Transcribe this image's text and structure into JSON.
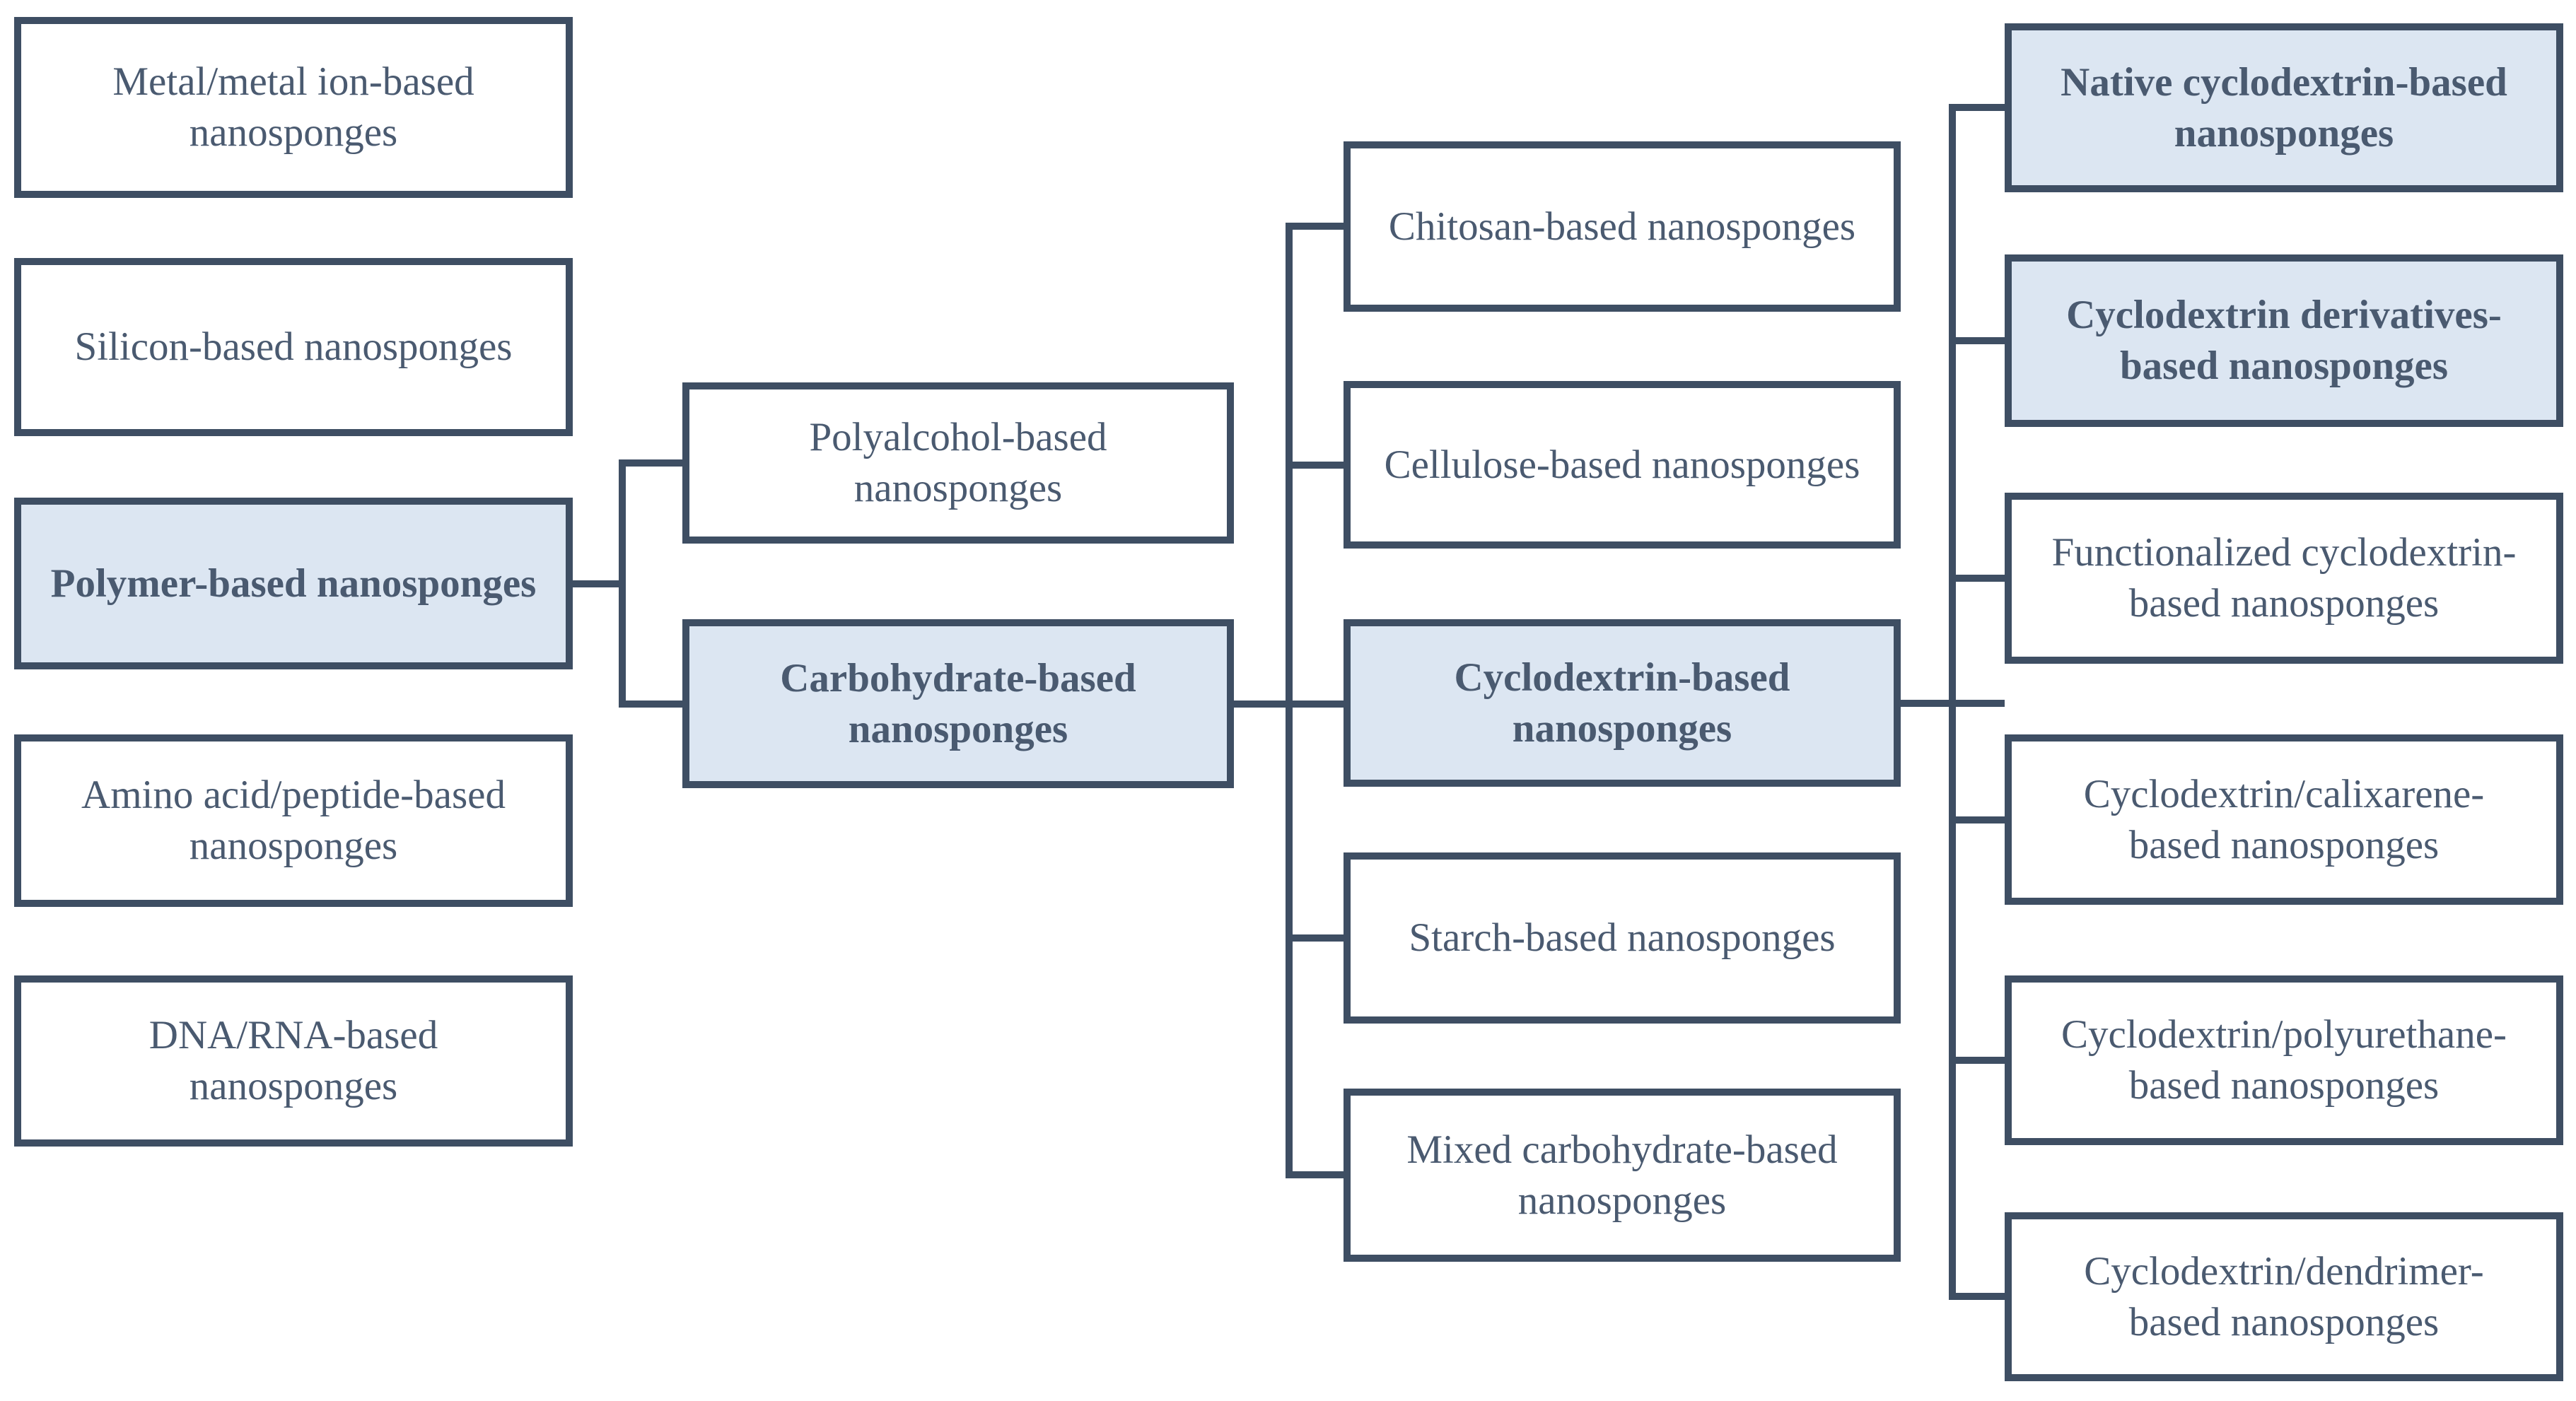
{
  "colors": {
    "border": "#3e4e63",
    "connector": "#3e4e63",
    "text": "#4a5a70",
    "highlight_fill": "#dce6f2",
    "box_fill": "#ffffff",
    "background": "#ffffff"
  },
  "nodes": {
    "metal": {
      "label": "Metal/metal ion-based nanosponges",
      "lines": [
        "Metal/metal ion-based",
        "nanosponges"
      ],
      "highlighted": false
    },
    "silicon": {
      "label": "Silicon-based nanosponges",
      "lines": [
        "Silicon-based nanosponges"
      ],
      "highlighted": false
    },
    "polymer": {
      "label": "Polymer-based nanosponges",
      "lines": [
        "Polymer-based nanosponges"
      ],
      "highlighted": true
    },
    "amino": {
      "label": "Amino acid/peptide-based nanosponges",
      "lines": [
        "Amino acid/peptide-based",
        "nanosponges"
      ],
      "highlighted": false
    },
    "dna": {
      "label": "DNA/RNA-based nanosponges",
      "lines": [
        "DNA/RNA-based",
        "nanosponges"
      ],
      "highlighted": false
    },
    "polyalcohol": {
      "label": "Polyalcohol-based nanosponges",
      "lines": [
        "Polyalcohol-based",
        "nanosponges"
      ],
      "highlighted": false
    },
    "carbohydrate": {
      "label": "Carbohydrate-based nanosponges",
      "lines": [
        "Carbohydrate-based",
        "nanosponges"
      ],
      "highlighted": true
    },
    "chitosan": {
      "label": "Chitosan-based nanosponges",
      "lines": [
        "Chitosan-based nanosponges"
      ],
      "highlighted": false
    },
    "cellulose": {
      "label": "Cellulose-based nanosponges",
      "lines": [
        "Cellulose-based nanosponges"
      ],
      "highlighted": false
    },
    "cyclodextrin": {
      "label": "Cyclodextrin-based nanosponges",
      "lines": [
        "Cyclodextrin-based",
        "nanosponges"
      ],
      "highlighted": true
    },
    "starch": {
      "label": "Starch-based nanosponges",
      "lines": [
        "Starch-based nanosponges"
      ],
      "highlighted": false
    },
    "mixed": {
      "label": "Mixed carbohydrate-based nanosponges",
      "lines": [
        "Mixed carbohydrate-based",
        "nanosponges"
      ],
      "highlighted": false
    },
    "native": {
      "label": "Native cyclodextrin-based nanosponges",
      "lines": [
        "Native cyclodextrin-based",
        "nanosponges"
      ],
      "highlighted": true
    },
    "derivatives": {
      "label": "Cyclodextrin derivatives-based nanosponges",
      "lines": [
        "Cyclodextrin derivatives-",
        "based nanosponges"
      ],
      "highlighted": true
    },
    "functionalized": {
      "label": "Functionalized cyclodextrin-based nanosponges",
      "lines": [
        "Functionalized cyclodextrin-",
        "based nanosponges"
      ],
      "highlighted": false
    },
    "calixarene": {
      "label": "Cyclodextrin/calixarene-based nanosponges",
      "lines": [
        "Cyclodextrin/calixarene-",
        "based nanosponges"
      ],
      "highlighted": false
    },
    "polyurethane": {
      "label": "Cyclodextrin/polyurethane-based nanosponges",
      "lines": [
        "Cyclodextrin/polyurethane-",
        "based nanosponges"
      ],
      "highlighted": false
    },
    "dendrimer": {
      "label": "Cyclodextrin/dendrimer-based nanosponges",
      "lines": [
        "Cyclodextrin/dendrimer-",
        "based nanosponges"
      ],
      "highlighted": false
    }
  },
  "edges": [
    {
      "from": "Polymer-based nanosponges",
      "to": [
        "Polyalcohol-based nanosponges",
        "Carbohydrate-based nanosponges"
      ]
    },
    {
      "from": "Carbohydrate-based nanosponges",
      "to": [
        "Chitosan-based nanosponges",
        "Cellulose-based nanosponges",
        "Cyclodextrin-based nanosponges",
        "Starch-based nanosponges",
        "Mixed carbohydrate-based nanosponges"
      ]
    },
    {
      "from": "Cyclodextrin-based nanosponges",
      "to": [
        "Native cyclodextrin-based nanosponges",
        "Cyclodextrin derivatives-based nanosponges",
        "Functionalized cyclodextrin-based nanosponges",
        "Cyclodextrin/calixarene-based nanosponges",
        "Cyclodextrin/polyurethane-based nanosponges",
        "Cyclodextrin/dendrimer-based nanosponges"
      ]
    }
  ]
}
